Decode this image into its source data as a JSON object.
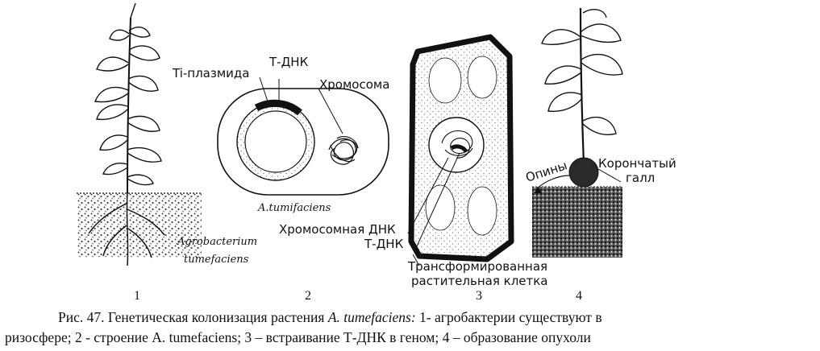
{
  "panels": {
    "p1": {
      "number": "1",
      "bacterium_line1": "Agrobacterium",
      "bacterium_line2": "tumefaciens"
    },
    "p2": {
      "number": "2",
      "ti_plasmid": "Ti-плазмида",
      "t_dna": "Т-ДНК",
      "chromosome": "Хромосома",
      "cell_name": "A.tumifaciens"
    },
    "p3": {
      "number": "3",
      "chromosomal_dna": "Хромосомная ДНК",
      "t_dna": "Т-ДНК",
      "transformed_line1": "Трансформированная",
      "transformed_line2": "растительная клетка"
    },
    "p4": {
      "number": "4",
      "opines": "Опины",
      "gall_line1": "Корончатый",
      "gall_line2": "галл"
    }
  },
  "caption": {
    "prefix": "Рис. 47. Генетическая колонизация растения ",
    "species": "A. tumefaciens:",
    "line1_rest": " 1- агробактерии существуют в",
    "line2": "ризосфере; 2 - строение A. tumefaciens; 3 – встраивание Т-ДНК в геном; 4 – образование опухоли"
  }
}
